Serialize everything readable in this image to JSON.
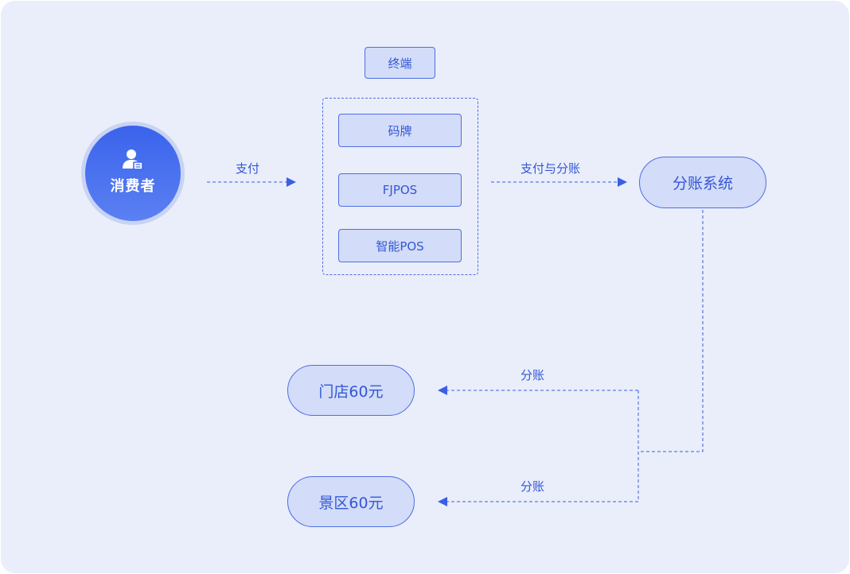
{
  "consumer": {
    "label": "消费者",
    "icon": "person-icon"
  },
  "terminal": {
    "title": "终端",
    "devices": [
      {
        "label": "码牌"
      },
      {
        "label": "FJPOS"
      },
      {
        "label": "智能POS"
      }
    ]
  },
  "edges": {
    "pay": "支付",
    "pay_and_split": "支付与分账",
    "split_to_store": "分账",
    "split_to_scenic": "分账"
  },
  "nodes": {
    "split_system": "分账系统",
    "store": "门店60元",
    "scenic_area": "景区60元"
  },
  "colors": {
    "background": "#eaeefa",
    "accent": "#3a63ec",
    "node_fill": "#d3dcf8",
    "line": "#3a5fe0"
  }
}
